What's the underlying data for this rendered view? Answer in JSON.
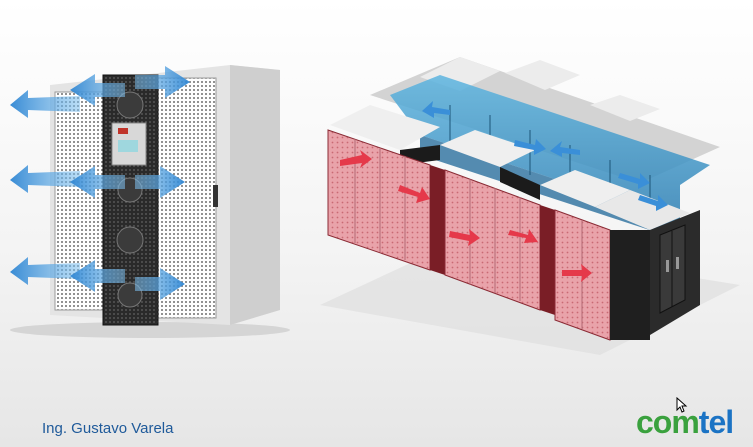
{
  "presenter": {
    "name": "Ing. Gustavo Varela"
  },
  "logo": {
    "part1": "com",
    "part2": "tel"
  },
  "colors": {
    "logo_green": "#3aa13e",
    "logo_blue": "#1b73c4",
    "presenter_text": "#1f5a9a",
    "cold_air": "#3a8fd8",
    "hot_air": "#e5394a",
    "hot_aisle_panel": "#e8a1a8",
    "cold_aisle_glass": "#4aa6d6"
  },
  "icons": {
    "airflow": "arrow-icon",
    "cursor": "mouse-pointer-icon"
  }
}
